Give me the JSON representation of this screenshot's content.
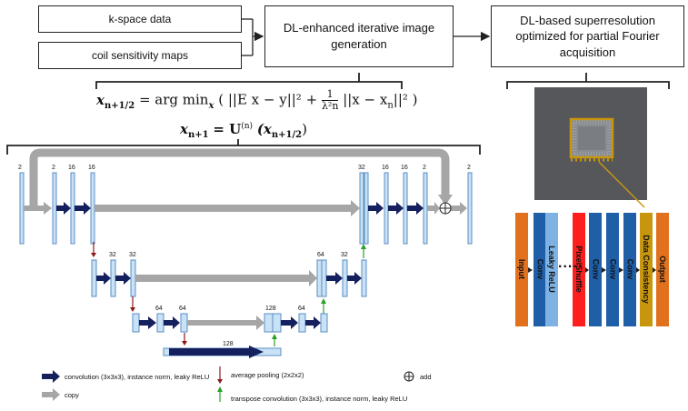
{
  "boxes": {
    "kspace": "k-space data",
    "coil": "coil sensitivity maps",
    "dl_iter": "DL-enhanced iterative image generation",
    "sr": "DL-based superresolution optimized for partial Fourier acquisition"
  },
  "equations": {
    "eq1_lhs": "x",
    "eq1_lhs_sub": "n+1/2",
    "eq1_rhs": "= arg min",
    "eq1_argsub": "x",
    "eq1_body": "( ||E x − y||² + ",
    "eq1_frac_num": "1",
    "eq1_frac_den": "λ²n",
    "eq1_tail": " ||x − x",
    "eq1_tail_sub": "n",
    "eq1_end": "||² )",
    "eq2_lhs": "x",
    "eq2_lhs_sub": "n+1",
    "eq2_mid": " = U",
    "eq2_sup": "(n)",
    "eq2_arg": "(x",
    "eq2_arg_sub": "n+1/2",
    "eq2_close": ")"
  },
  "unet_labels": {
    "l1": [
      "2",
      "2",
      "16",
      "16",
      "32",
      "16",
      "16",
      "2",
      "2"
    ],
    "l2": [
      "32",
      "32",
      "64",
      "32"
    ],
    "l3": [
      "64",
      "64",
      "128",
      "64"
    ],
    "l4": [
      "128"
    ]
  },
  "legend": {
    "conv": "convolution (3x3x3), instance norm, leaky ReLU",
    "copy": "copy",
    "pool": "average pooling (2x2x2)",
    "tconv": "transpose convolution (3x3x3), instance norm, leaky ReLU",
    "add": "add"
  },
  "sr_net": {
    "layers": [
      "Input",
      "Conv",
      "Leaky ReLU",
      "PixelShuffle",
      "Conv",
      "Conv",
      "Conv",
      "Data Consistency",
      "Output"
    ],
    "ellipsis": "....."
  },
  "colors": {
    "conv_arrow": "#15205e",
    "copy_arrow": "#a6a6a6",
    "pool_arrow": "#8b1a1a",
    "tconv_arrow": "#2aa02a",
    "feature_map": "#c9e2f5",
    "feature_map_border": "#5a8dc5",
    "orange": "#e2711d",
    "dark_blue": "#1f5fa8",
    "light_blue": "#7db2e3",
    "red": "#ff1e1e",
    "gold": "#c8960e"
  }
}
